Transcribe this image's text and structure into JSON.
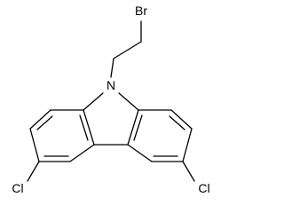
{
  "molecule": {
    "atoms": {
      "bromine": "Br",
      "nitrogen": "N",
      "chlorine_left": "Cl",
      "chlorine_right": "Cl"
    }
  },
  "colors": {
    "bond": "#000000",
    "label": "#000000",
    "background": "#ffffff"
  }
}
